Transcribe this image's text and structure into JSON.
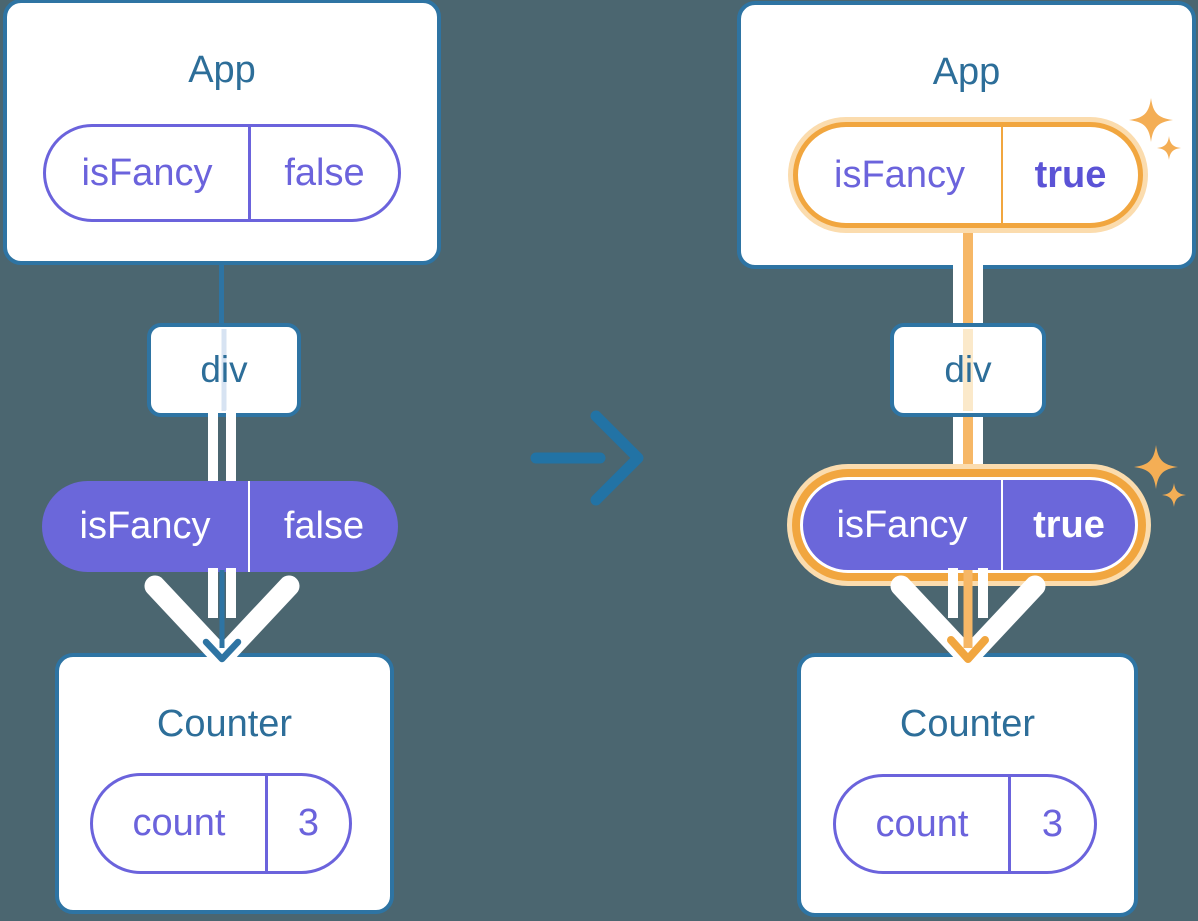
{
  "colors": {
    "background": "#4b6670",
    "card-border": "#2e74a3",
    "title-text": "#2d6e99",
    "purple": "#6b63dc",
    "purple-fill": "#6b67da",
    "bold-purple": "#5b53d6",
    "orange": "#f1a63f",
    "orange-line": "#f6b766",
    "orange-halo": "#fbdcae",
    "orange-light": "#fbe9ca",
    "blue-light": "#d7e3f2",
    "arrow-blue": "#2273a5",
    "sparkle": "#f4ae55",
    "white": "#ffffff"
  },
  "left_tree": {
    "app_card": {
      "title": "App",
      "prop_pill": {
        "label": "isFancy",
        "value": "false"
      }
    },
    "div_node": {
      "title": "div"
    },
    "passed_pill": {
      "label": "isFancy",
      "value": "false"
    },
    "counter_card": {
      "title": "Counter",
      "state_pill": {
        "label": "count",
        "value": "3"
      }
    }
  },
  "right_tree": {
    "app_card": {
      "title": "App",
      "prop_pill": {
        "label": "isFancy",
        "value": "true"
      }
    },
    "div_node": {
      "title": "div"
    },
    "passed_pill": {
      "label": "isFancy",
      "value": "true"
    },
    "counter_card": {
      "title": "Counter",
      "state_pill": {
        "label": "count",
        "value": "3"
      }
    }
  },
  "icons": {
    "transition_arrow": "right-arrow",
    "sparkles": "four-point-stars",
    "flow_arrow": "down-arrow-chevron"
  }
}
